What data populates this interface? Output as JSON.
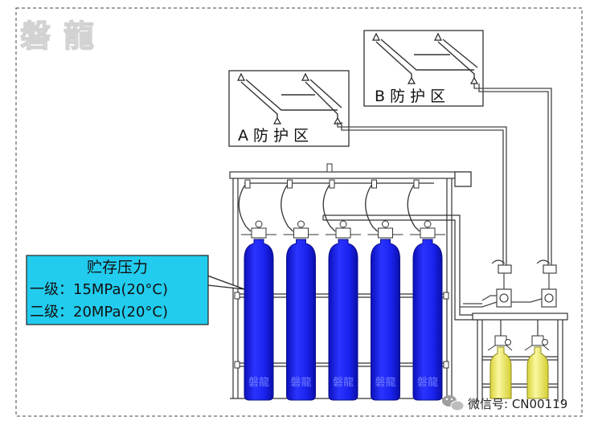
{
  "watermark_logo": "磐龍",
  "zone_a": {
    "label": "A 防 护 区"
  },
  "zone_b": {
    "label": "B 防 护 区"
  },
  "callout": {
    "title": "贮存压力",
    "line1": "一级：15MPa(20°C)",
    "line2": "二级：20MPa(20°C)",
    "bg_color": "#22ccee"
  },
  "cylinder_logo": "磐龍",
  "cylinder_count": 5,
  "pilot_cylinder_count": 2,
  "wechat_label": "微信号: CN00119",
  "colors": {
    "cylinder": "#1a22ee",
    "pilot_cylinder": "#f2ee55",
    "pipe": "#444444",
    "frame": "#333333"
  }
}
